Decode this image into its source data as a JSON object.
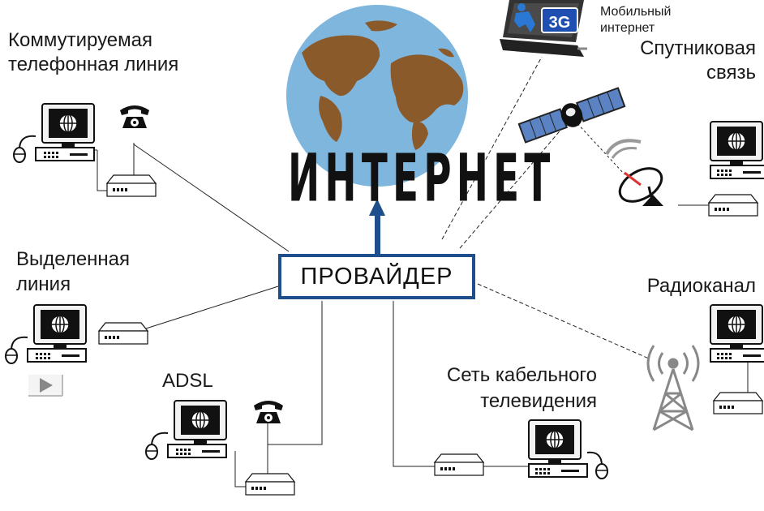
{
  "diagram": {
    "internet_title": "ИНТЕРНЕТ",
    "provider": "ПРОВАЙДЕР",
    "badge_3g": "3G",
    "labels": {
      "dialup_line1": "Коммутируемая",
      "dialup_line2": "телефонная линия",
      "leased_line1": "Выделенная",
      "leased_line2": "линия",
      "adsl": "ADSL",
      "cable_line1": "Сеть кабельного",
      "cable_line2": "телевидения",
      "radio": "Радиоканал",
      "satellite_line1": "Спутниковая",
      "satellite_line2": "связь",
      "mobile_line1": "Мобильный",
      "mobile_line2": "интернет"
    }
  },
  "colors": {
    "ocean": "#7fb6de",
    "land": "#8a5a2b",
    "provider_border": "#1f4e8c",
    "arrow": "#1f4e8c",
    "line": "#222222"
  }
}
